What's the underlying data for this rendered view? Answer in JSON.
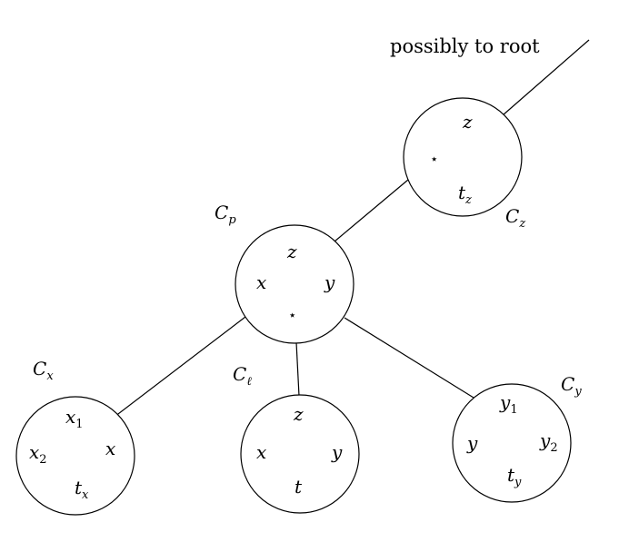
{
  "caption": "possibly to root",
  "star_glyph": "⋆",
  "clusters": {
    "Cz": {
      "name": "C",
      "sub": "z",
      "labels": {
        "top": "z",
        "bottom_base": "t",
        "bottom_sub": "z"
      }
    },
    "Cp": {
      "name": "C",
      "sub": "p",
      "labels": {
        "top": "z",
        "left": "x",
        "right": "y"
      }
    },
    "Cx": {
      "name": "C",
      "sub": "x",
      "labels": {
        "top_base": "x",
        "top_sub": "1",
        "left_base": "x",
        "left_sub": "2",
        "right": "x",
        "bottom_base": "t",
        "bottom_sub": "x"
      }
    },
    "Cl": {
      "name": "C",
      "sub": "ℓ",
      "labels": {
        "top": "z",
        "left": "x",
        "right": "y",
        "bottom": "t"
      }
    },
    "Cy": {
      "name": "C",
      "sub": "y",
      "labels": {
        "top_base": "y",
        "top_sub": "1",
        "left": "y",
        "right_base": "y",
        "right_sub": "2",
        "bottom_base": "t",
        "bottom_sub": "y"
      }
    }
  }
}
